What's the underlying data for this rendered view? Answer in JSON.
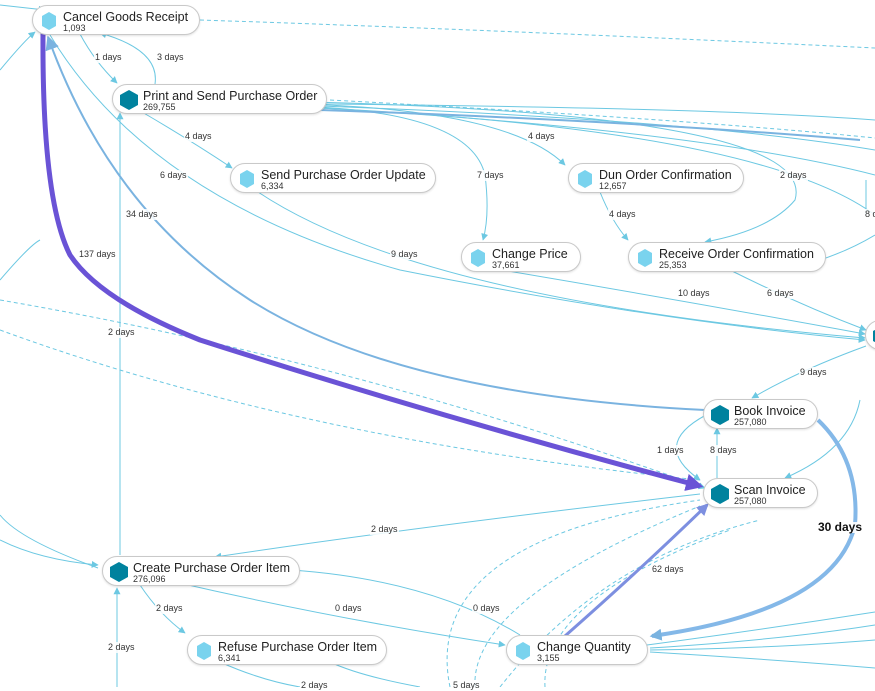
{
  "colors": {
    "edge": "#6cc8e2",
    "edge_dark": "#7ab3e0",
    "highlight": "#6a53d6",
    "highlight2": "#7d8fe0",
    "hex_light": "#7ad3ee",
    "hex_dark": "#00829e"
  },
  "nodes": {
    "cancel_goods_receipt": {
      "label": "Cancel Goods Receipt",
      "count": "1,093",
      "icon": "hexagon-light-icon"
    },
    "print_send_po": {
      "label": "Print and Send Purchase Order",
      "count": "269,755",
      "icon": "hexagon-dark-icon"
    },
    "send_po_update": {
      "label": "Send Purchase Order Update",
      "count": "6,334",
      "icon": "hexagon-light-icon"
    },
    "dun_order_confirmation": {
      "label": "Dun Order Confirmation",
      "count": "12,657",
      "icon": "hexagon-light-icon"
    },
    "change_price": {
      "label": "Change Price",
      "count": "37,661",
      "icon": "hexagon-light-icon"
    },
    "receive_order_confirmation": {
      "label": "Receive Order Confirmation",
      "count": "25,353",
      "icon": "hexagon-light-icon"
    },
    "book_invoice": {
      "label": "Book Invoice",
      "count": "257,080",
      "icon": "hexagon-dark-icon"
    },
    "scan_invoice": {
      "label": "Scan Invoice",
      "count": "257,080",
      "icon": "hexagon-dark-icon"
    },
    "create_po_item": {
      "label": "Create Purchase Order Item",
      "count": "276,096",
      "icon": "hexagon-dark-icon"
    },
    "refuse_po_item": {
      "label": "Refuse Purchase Order Item",
      "count": "6,341",
      "icon": "hexagon-light-icon"
    },
    "change_quantity": {
      "label": "Change Quantity",
      "count": "3,155",
      "icon": "hexagon-light-icon"
    }
  },
  "edge_labels": [
    "1 days",
    "3 days",
    "4 days",
    "6 days",
    "34 days",
    "137 days",
    "7 days",
    "4 days",
    "4 days",
    "2 days",
    "8 d",
    "9 days",
    "10 days",
    "6 days",
    "2 days",
    "9 days",
    "1 days",
    "8 days",
    "30 days",
    "2 days",
    "2 days",
    "0 days",
    "0 days",
    "62 days",
    "2 days",
    "2 days",
    "5 days"
  ]
}
